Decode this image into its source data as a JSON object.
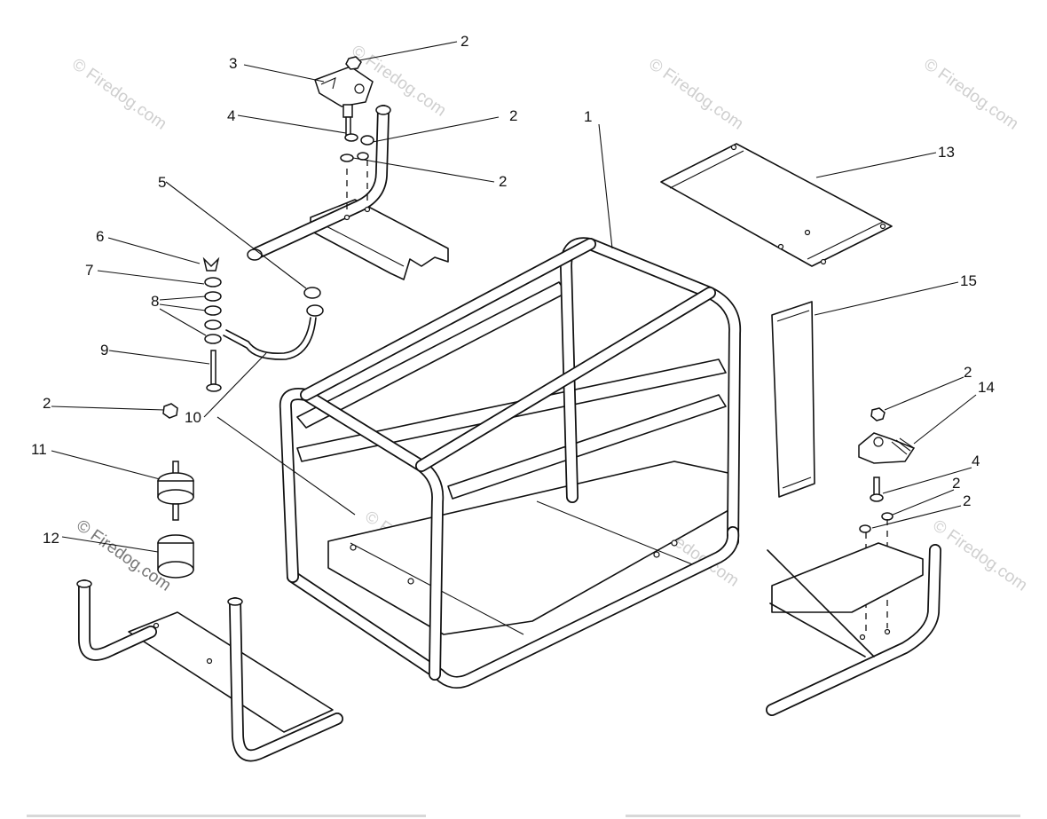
{
  "watermark": "© Firedog.com",
  "callouts": [
    "1",
    "2",
    "3",
    "4",
    "5",
    "6",
    "7",
    "8",
    "9",
    "10",
    "11",
    "12",
    "13",
    "14",
    "15"
  ]
}
